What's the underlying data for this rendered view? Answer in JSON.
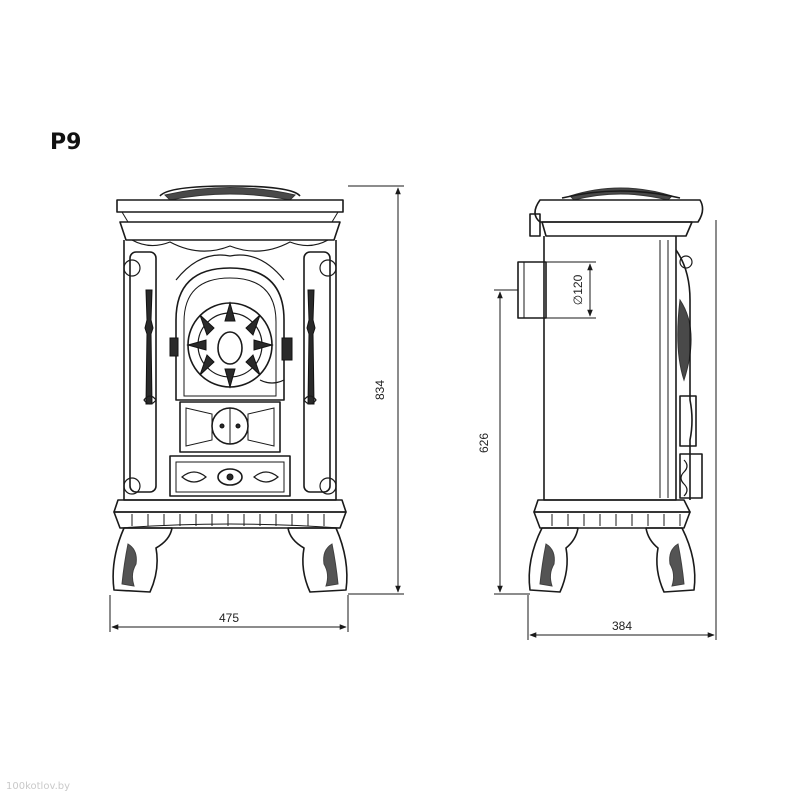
{
  "title": "P9",
  "dimensions": {
    "height": "834",
    "width": "475",
    "depth": "384",
    "flue_height": "626",
    "flue_diameter": "∅120"
  },
  "watermark": "100kotlov.by"
}
